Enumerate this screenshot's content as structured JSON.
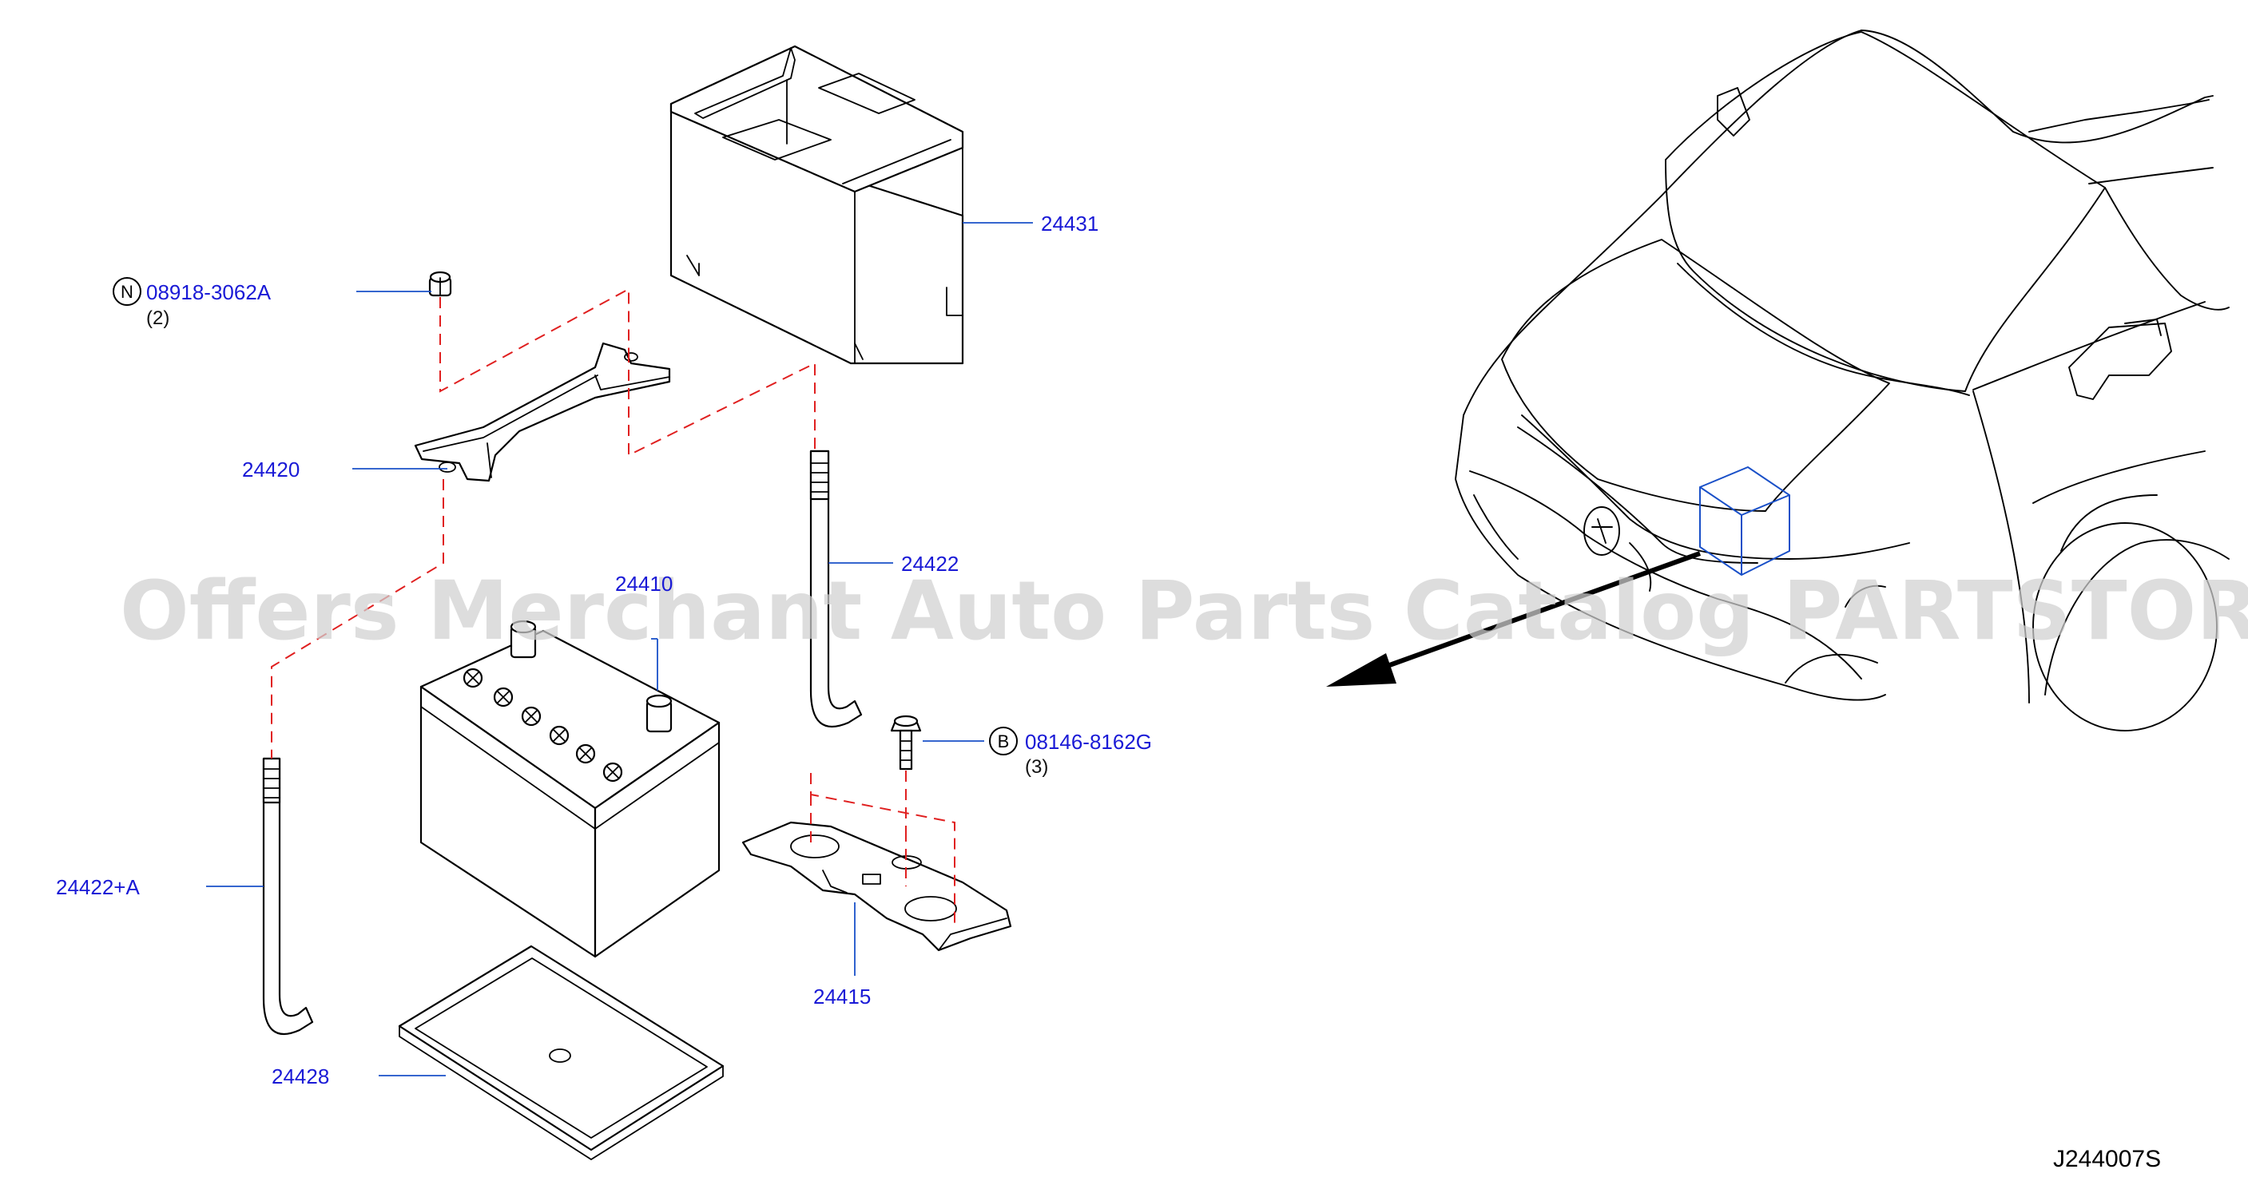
{
  "diagram": {
    "parts": [
      {
        "id": "p24431",
        "label": "24431"
      },
      {
        "id": "p08918",
        "label": "08918-3062A",
        "prefix": "N",
        "qty": "(2)"
      },
      {
        "id": "p24420",
        "label": "24420"
      },
      {
        "id": "p24422",
        "label": "24422"
      },
      {
        "id": "p24410",
        "label": "24410"
      },
      {
        "id": "p08146",
        "label": "08146-8162G",
        "prefix": "B",
        "qty": "(3)"
      },
      {
        "id": "p24422A",
        "label": "24422+A"
      },
      {
        "id": "p24415",
        "label": "24415"
      },
      {
        "id": "p24428",
        "label": "24428"
      }
    ],
    "watermark": "Offers Merchant Auto Parts Catalog PARTSTORE.SA",
    "drawing_code": "J244007S",
    "colors": {
      "label": "#1a1ad6",
      "leader": "#1a50c8",
      "dashed": "#e02020",
      "line": "#000000",
      "watermark": "#d0d0d0"
    }
  }
}
